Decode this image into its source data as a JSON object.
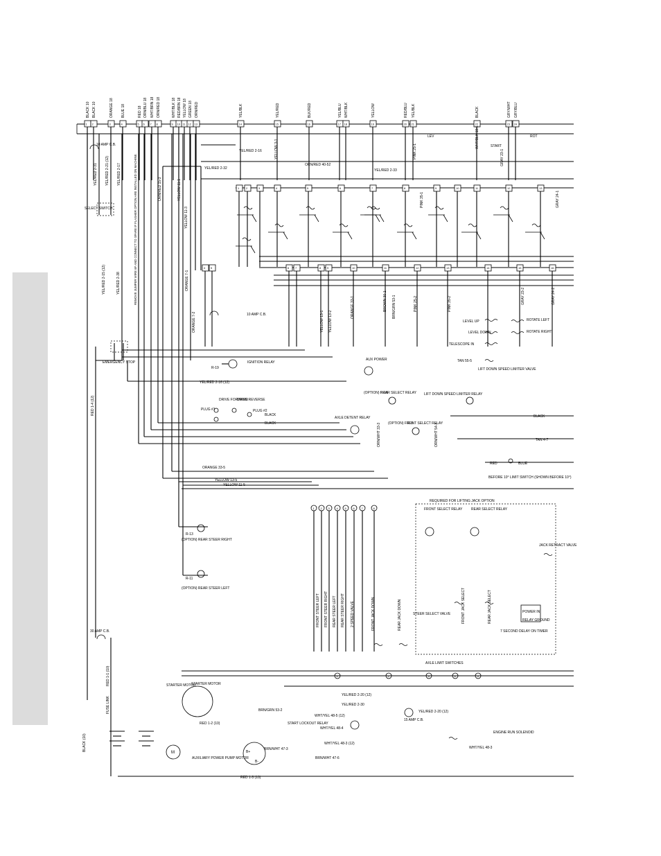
{
  "top_connectors": [
    {
      "num": "1",
      "wire": "BLACK 10"
    },
    {
      "num": "2",
      "wire": "BLACK 10"
    },
    {
      "num": "3",
      "wire": "ORANGE 18"
    },
    {
      "num": "4",
      "wire": "BLUE 18"
    },
    {
      "num": "5",
      "wire": "RED 18"
    },
    {
      "num": "6",
      "wire": "ORN/BLU 18"
    },
    {
      "num": "7",
      "wire": "WHT/BRN 18"
    },
    {
      "num": "8",
      "wire": "ORN/RED 18"
    },
    {
      "num": "9",
      "wire": "WHT/BLK 18"
    },
    {
      "num": "10",
      "wire": "RED/BRN 18"
    },
    {
      "num": "11",
      "wire": "YELLOW 18"
    },
    {
      "num": "12",
      "wire": "GREEN 18"
    },
    {
      "num": "13",
      "wire": "ORN/RED"
    },
    {
      "num": "14",
      "wire": "YEL/BLK"
    },
    {
      "num": "15",
      "wire": "YEL/RED"
    },
    {
      "num": "16",
      "wire": "BLK/RED"
    },
    {
      "num": "17",
      "wire": "YEL/BLU"
    },
    {
      "num": "18",
      "wire": "WHT/BLK"
    },
    {
      "num": "19",
      "wire": "YELLOW"
    },
    {
      "num": "20",
      "wire": "RED/BLU"
    },
    {
      "num": "21",
      "wire": "YEL/BLK"
    },
    {
      "num": "22",
      "wire": "BLACK"
    },
    {
      "num": "23",
      "wire": "GRY/WHT"
    },
    {
      "num": "24",
      "wire": "GRY/BLU"
    }
  ],
  "row_wire_labels": [
    "YEL/RED 2-16",
    "YEL/RED 2-32",
    "ORN/RED 40-52",
    "YEL/RED 2-33",
    "YEL/RED 2-16 (12)",
    "ORANGE 33-5",
    "YELLOW 13-5",
    "YELLOW 11-5",
    "YEL/RED 2-20 (12)",
    "YEL/RED 2-30",
    "YEL/RED 2-20 (12)",
    "BRN/GRN 53-2",
    "WHT/YEL 48-5 (12)",
    "WHT/YEL 48-4",
    "WHT/YEL 48-3 (12)",
    "BRN/WHT 47-3",
    "BRN/WHT 47-6",
    "RED 1-2 (10)",
    "RED 1-3 (10)",
    "TAN 4-7",
    "TAN 55-5",
    "BLACK",
    "RED",
    "BLUE",
    "WHT/YEL 48-3"
  ],
  "vertical_wire_labels": [
    "YEL/RED 2-31",
    "YEL/RED 2-21 (12)",
    "YEL/RED 2-17",
    "YEL/RED 2-15 (12)",
    "YEL/RED 2-38",
    "RED 1-4 (12)",
    "RED 1-1 (10)",
    "BLACK (10)",
    "FUSE LINK",
    "YELLOW 11-1",
    "YELLOW 11-3",
    "ORANGE 7-1",
    "ORANGE 7-2",
    "ORN/RED 15-3",
    "YELLOW 3-1",
    "YELLOW 13-1",
    "YELLOW 13-2",
    "ORANGE 33-1",
    "BROWN 30-1",
    "BRN/GRN 53-1",
    "PINK 25-1",
    "PINK 25-2",
    "PINK 35-1",
    "PINK 35-2",
    "GRAY 23-1",
    "GRAY 23-2",
    "GRAY 24-1",
    "GRAY 24-2",
    "WHT/BLK 18-1",
    "ORN/WHT 54-3",
    "ORN/WHT 33-3"
  ],
  "components": {
    "select_switch": "SELECT SWITCH",
    "emergency_stop": "EMERGENCY STOP",
    "ignition_relay": "IGNITION RELAY",
    "ignition_relay_ref": "R-19",
    "aux_power": "AUX POWER",
    "drive_forward": "DRIVE FORWARD",
    "drive_reverse": "DRIVE REVERSE",
    "plug_1": "PLUG #1",
    "plug_2": "PLUG #2",
    "axle_detent_relay": "AXLE DETENT RELAY",
    "option_rear_select_relay_top": "(OPTION) REAR SELECT RELAY",
    "option_front_select_relay": "(OPTION) FRONT SELECT RELAY",
    "lift_down_speed_limiter_relay": "LIFT DOWN SPEED LIMITER RELAY",
    "lift_down_speed_limiter_valve": "LIFT DOWN SPEED LIMITER VALVE",
    "level_up": "LEVEL UP",
    "level_down": "LEVEL DOWN",
    "telescope_in": "TELESCOPE IN",
    "rotate_left": "ROTATE LEFT",
    "rotate_right": "ROTATE RIGHT",
    "before_10_limit_switch": "BEFORE 10° LIMIT SWITCH (SHOWN BEFORE 10°)",
    "required_for_lifting_jack": "REQUIRED FOR LIFTING JACK OPTION",
    "front_select_relay": "FRONT SELECT RELAY",
    "rear_select_relay": "REAR SELECT RELAY",
    "jack_retract_valve": "JACK RETRACT VALVE",
    "seven_second_delay": "7 SECOND DELAY ON TIMER",
    "power_in": "POWER IN",
    "relay_ground": "RELAY GROUND",
    "option_rear_steer_right": "(OPTION) REAR STEER RIGHT",
    "option_rear_steer_left": "(OPTION) REAR STEER LEFT",
    "rear_steer_right_ref": "R-13",
    "rear_steer_left_ref": "R-11",
    "front_steer_left": "FRONT STEER LEFT",
    "front_steer_right": "FRONT STEER RIGHT",
    "rear_steer_left": "REAR STEER LEFT",
    "rear_steer_right": "REAR STEER RIGHT",
    "two_speed_valve": "2 SPEED VALVE",
    "front_jack_down": "FRONT JACK DOWN",
    "rear_jack_down": "REAR JACK DOWN",
    "steer_select_valve": "STEER SELECT VALVE",
    "front_jack_select": "FRONT JACK SELECT",
    "rear_jack_select": "REAR JACK SELECT",
    "axle_limit_switches": "AXLE LIMIT SWITCHES",
    "amp_30": "30 AMP C.B.",
    "amp_15": "15 AMP C.B.",
    "amp_10_a": "10 AMP C.B.",
    "amp_10_b": "10 AMP C.B.",
    "starter_motor_a": "STARTER MOTOR",
    "starter_motor_b": "STARTER MOTOR",
    "start_lockout_relay": "START LOCKOUT RELAY",
    "auxiliary_power_pump_motor": "AUXILIARY POWER PUMP MOTOR",
    "engine_run_solenoid": "ENGINE RUN SOLENOID",
    "start": "START",
    "lev": "LEV",
    "rot": "ROT",
    "jumper_note": "REMOVE JUMPER WIRE 6F AND CONNECT TO SPARE IF FLASHER OPTION ARE INSTALLED ON MACHINE.",
    "motor_m": "M",
    "b_plus": "B+",
    "b_minus": "B-"
  },
  "numbered_terminals": [
    "1",
    "2",
    "3",
    "4",
    "5",
    "6",
    "7",
    "8",
    "9",
    "10",
    "11",
    "12",
    "13",
    "14",
    "15",
    "16",
    "17",
    "18",
    "19",
    "20",
    "21",
    "22",
    "23",
    "24"
  ]
}
